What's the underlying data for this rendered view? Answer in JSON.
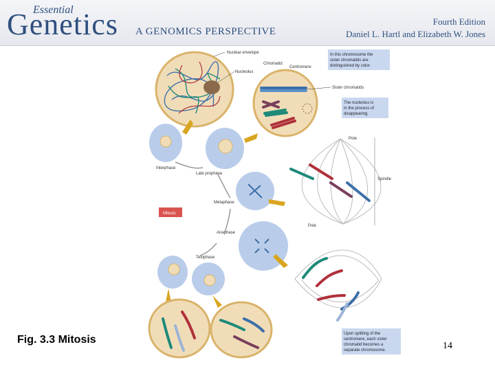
{
  "header": {
    "brand_small": "Essential",
    "brand_large": "Genetics",
    "subtitle": "A GENOMICS PERSPECTIVE",
    "edition": "Fourth Edition",
    "authors": "Daniel L. Hartl and Elizabeth W. Jones"
  },
  "figure": {
    "labels": {
      "nuclear_envelope": "Nuclear envelope",
      "nucleolus": "Nucleolus",
      "chromatid": "Chromatid",
      "centromere": "Centromere",
      "sister_chromatids": "Sister chromatids",
      "pole_top": "Pole",
      "pole_bottom": "Pole",
      "spindle": "Spindle",
      "interphase": "Interphase",
      "late_prophase": "Late prophase",
      "metaphase": "Metaphase",
      "anaphase": "Anaphase",
      "telophase": "Telophase",
      "mitosis": "Mitosis"
    },
    "notes": {
      "note1": [
        "In this chromosome the",
        "sister chromatids are",
        "distinguished by color."
      ],
      "note2": [
        "The nucleolus is",
        "in the process of",
        "disappearing."
      ],
      "note3": [
        "Upon splitting of the",
        "centromere, each sister",
        "chromatid becomes a",
        "separate chromosome."
      ]
    },
    "colors": {
      "cell_fill": "#f0ddb8",
      "cell_border": "#d9b36a",
      "small_cell": "#b9cdea",
      "note_box": "#c9d8ef",
      "mitosis_badge": "#d9534f",
      "teal": "#1f8a7a",
      "red": "#b0303a",
      "blue": "#3d6fa8",
      "purple": "#7a3f5c"
    }
  },
  "caption": "Fig. 3.3 Mitosis",
  "page_number": "14"
}
